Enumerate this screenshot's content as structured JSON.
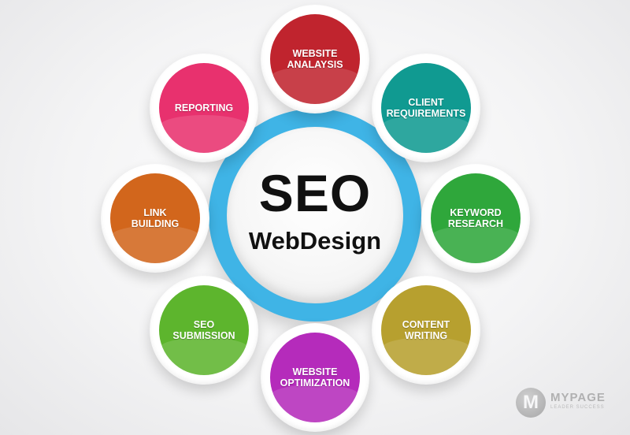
{
  "hub": {
    "title": "SEO",
    "subtitle": "WebDesign",
    "ring_color": "#3fb4e6"
  },
  "nodes": [
    {
      "label": "WEBSITE\nANALAYSIS",
      "color": "#c0242e"
    },
    {
      "label": "CLIENT\nREQUIREMENTS",
      "color": "#109a91"
    },
    {
      "label": "KEYWORD\nRESEARCH",
      "color": "#2fa73b"
    },
    {
      "label": "CONTENT\nWRITING",
      "color": "#b7a02f"
    },
    {
      "label": "WEBSITE\nOPTIMIZATION",
      "color": "#b52bbb"
    },
    {
      "label": "SEO\nSUBMISSION",
      "color": "#5db52d"
    },
    {
      "label": "LINK\nBUILDING",
      "color": "#d2661c"
    },
    {
      "label": "REPORTING",
      "color": "#e8316e"
    }
  ],
  "logo": {
    "mark": "M",
    "name": "MYPAGE",
    "tagline": "LEADER SUCCESS"
  }
}
